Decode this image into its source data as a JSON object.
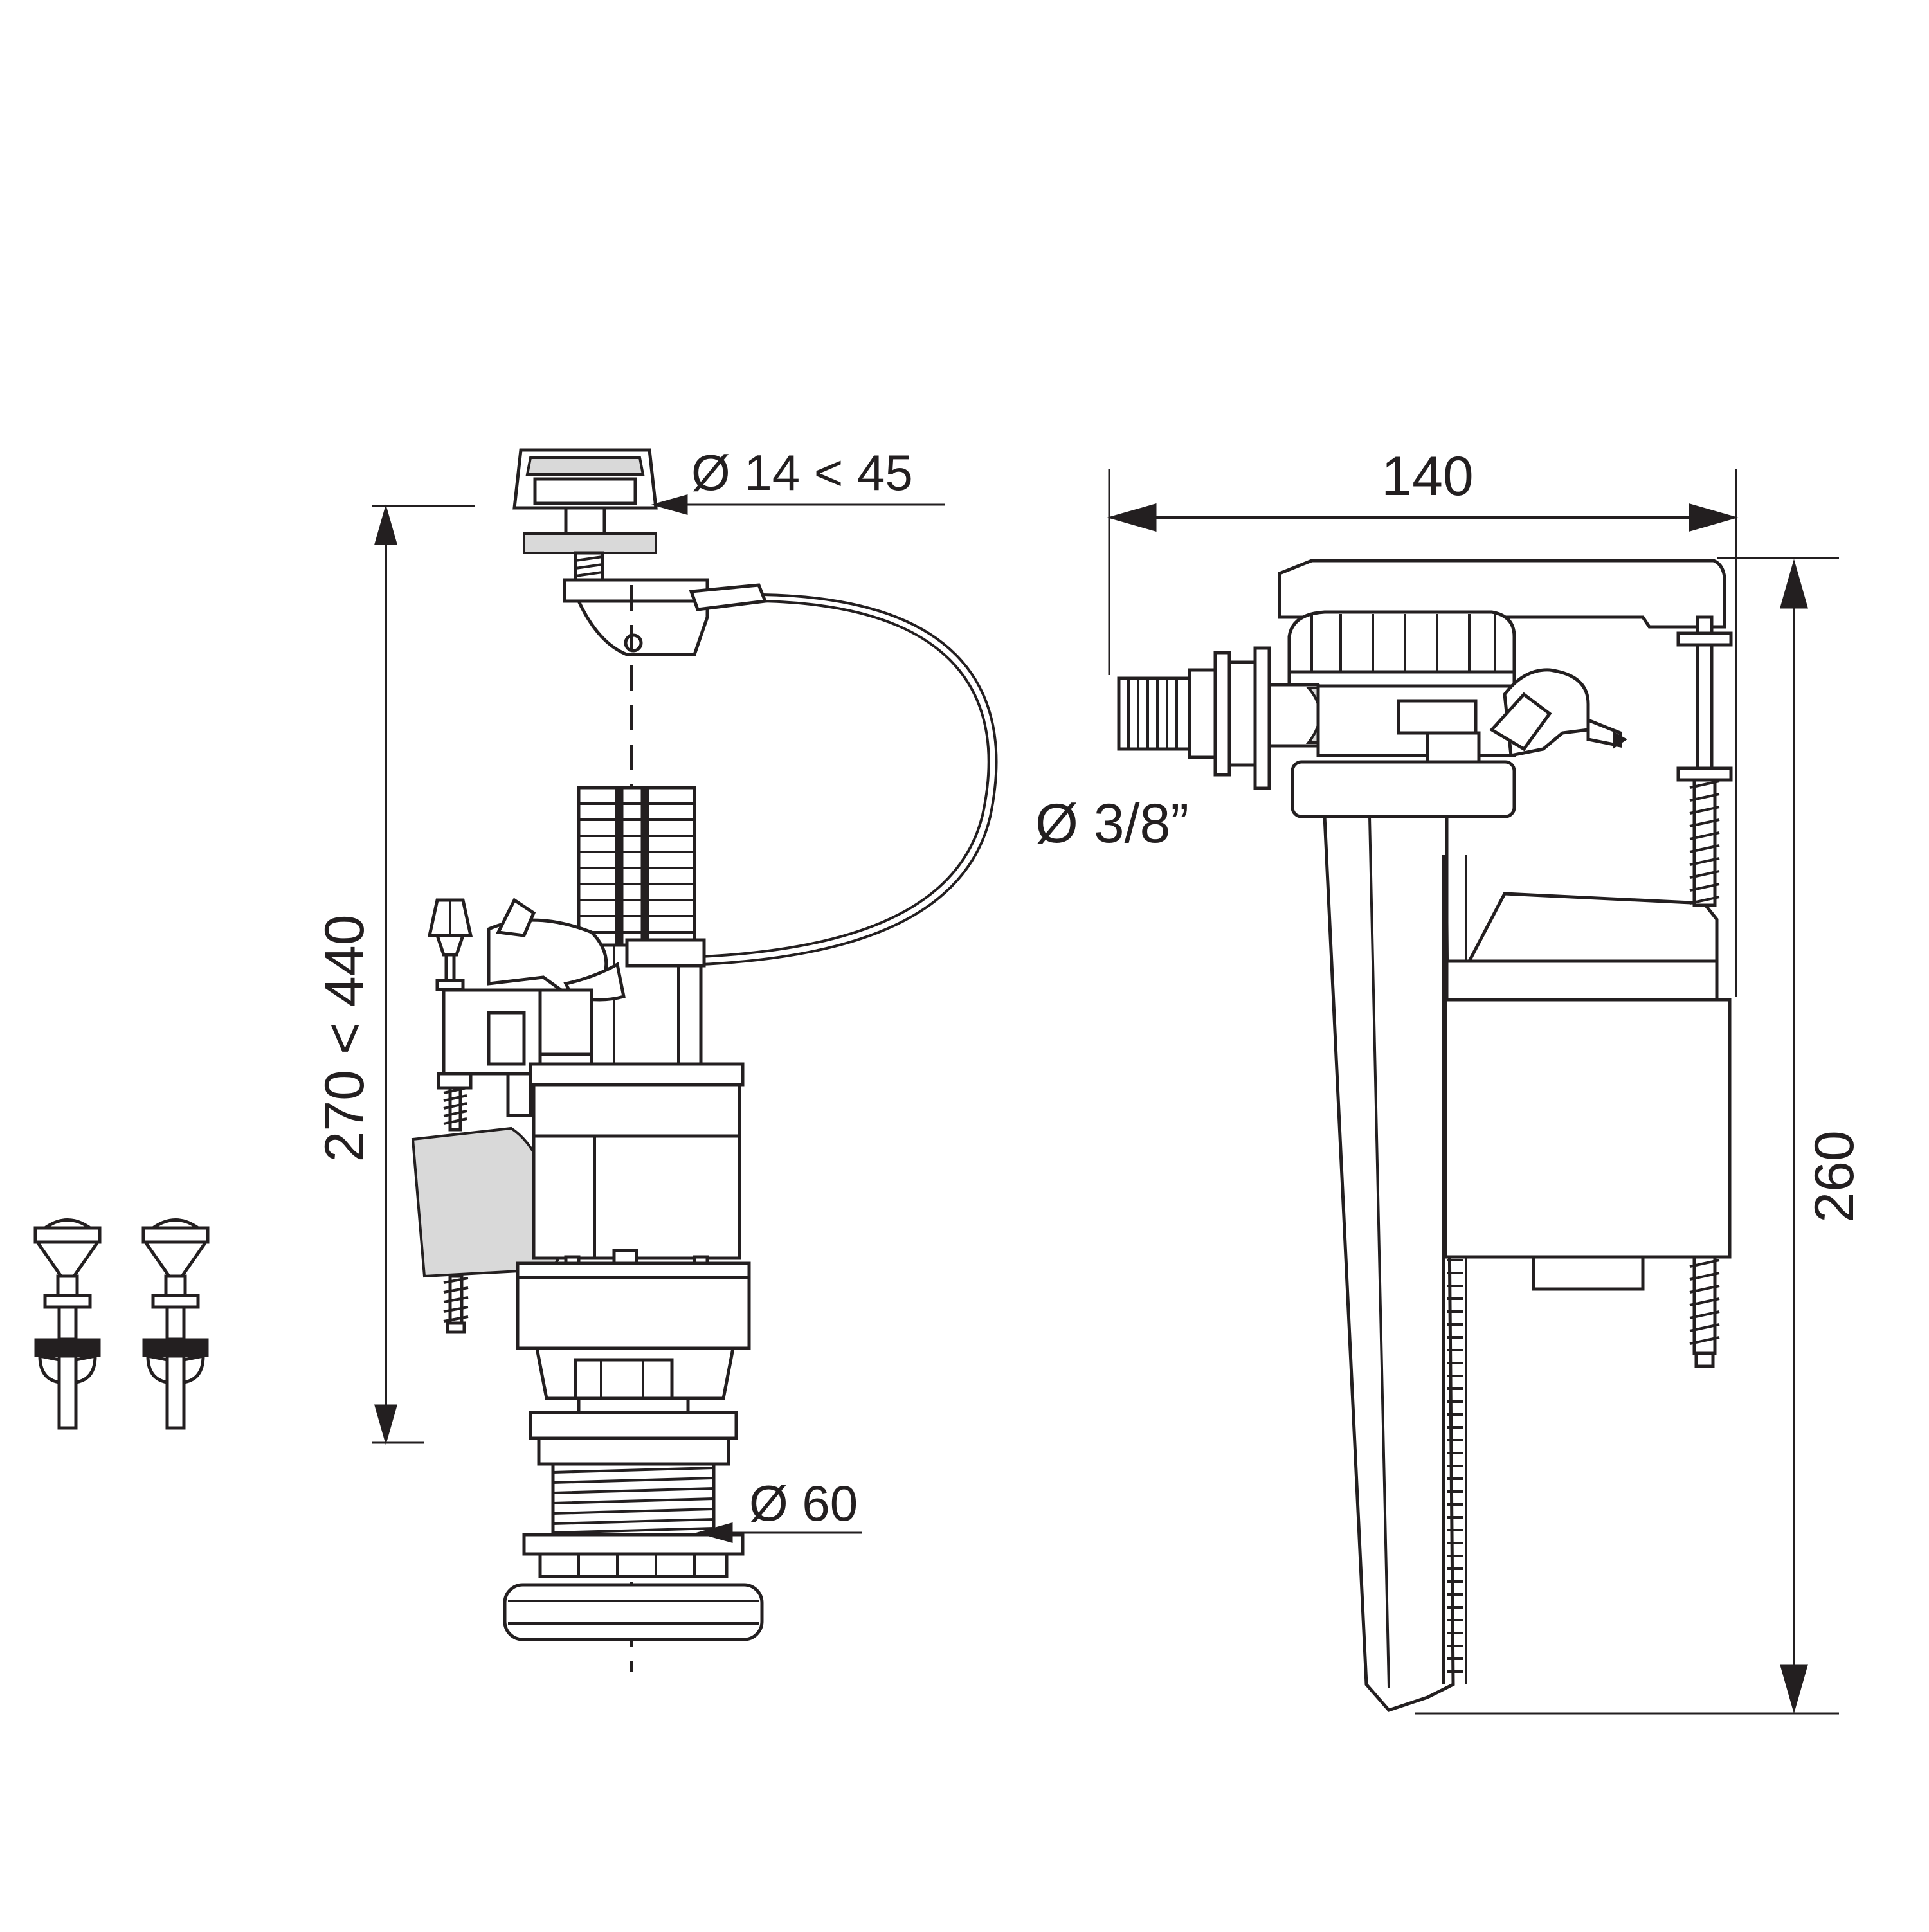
{
  "dimensions": {
    "push_button_diameter": "Ø 14 < 45",
    "flush_valve_height": "270 < 440",
    "outlet_diameter": "Ø 60",
    "inlet_thread": "Ø 3/8”",
    "fill_valve_width": "140",
    "fill_valve_height": "260"
  }
}
